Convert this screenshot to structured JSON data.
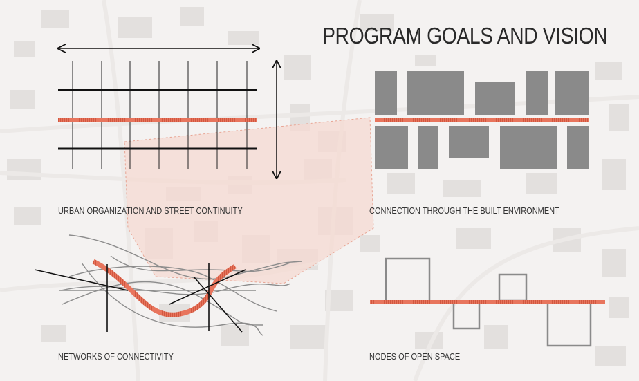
{
  "title": "PROGRAM GOALS AND VISION",
  "panels": {
    "urban_organization": {
      "label": "URBAN ORGANIZATION AND STREET CONTINUITY"
    },
    "built_environment": {
      "label": "CONNECTION THROUGH THE BUILT ENVIRONMENT"
    },
    "networks": {
      "label": "NETWORKS OF CONNECTIVITY"
    },
    "open_space": {
      "label": "NODES OF OPEN SPACE"
    }
  },
  "colors": {
    "background": "#f4f2f1",
    "accent_corridor": "#e8755d",
    "study_area_tint": "#f6d9d2",
    "block_gray": "#8a8a8a",
    "line_black": "#111111",
    "line_gray": "#8c8c8c",
    "node_outline": "#8a8a8a"
  },
  "icons": [
    "double-arrow-horizontal-icon",
    "double-arrow-vertical-icon"
  ]
}
